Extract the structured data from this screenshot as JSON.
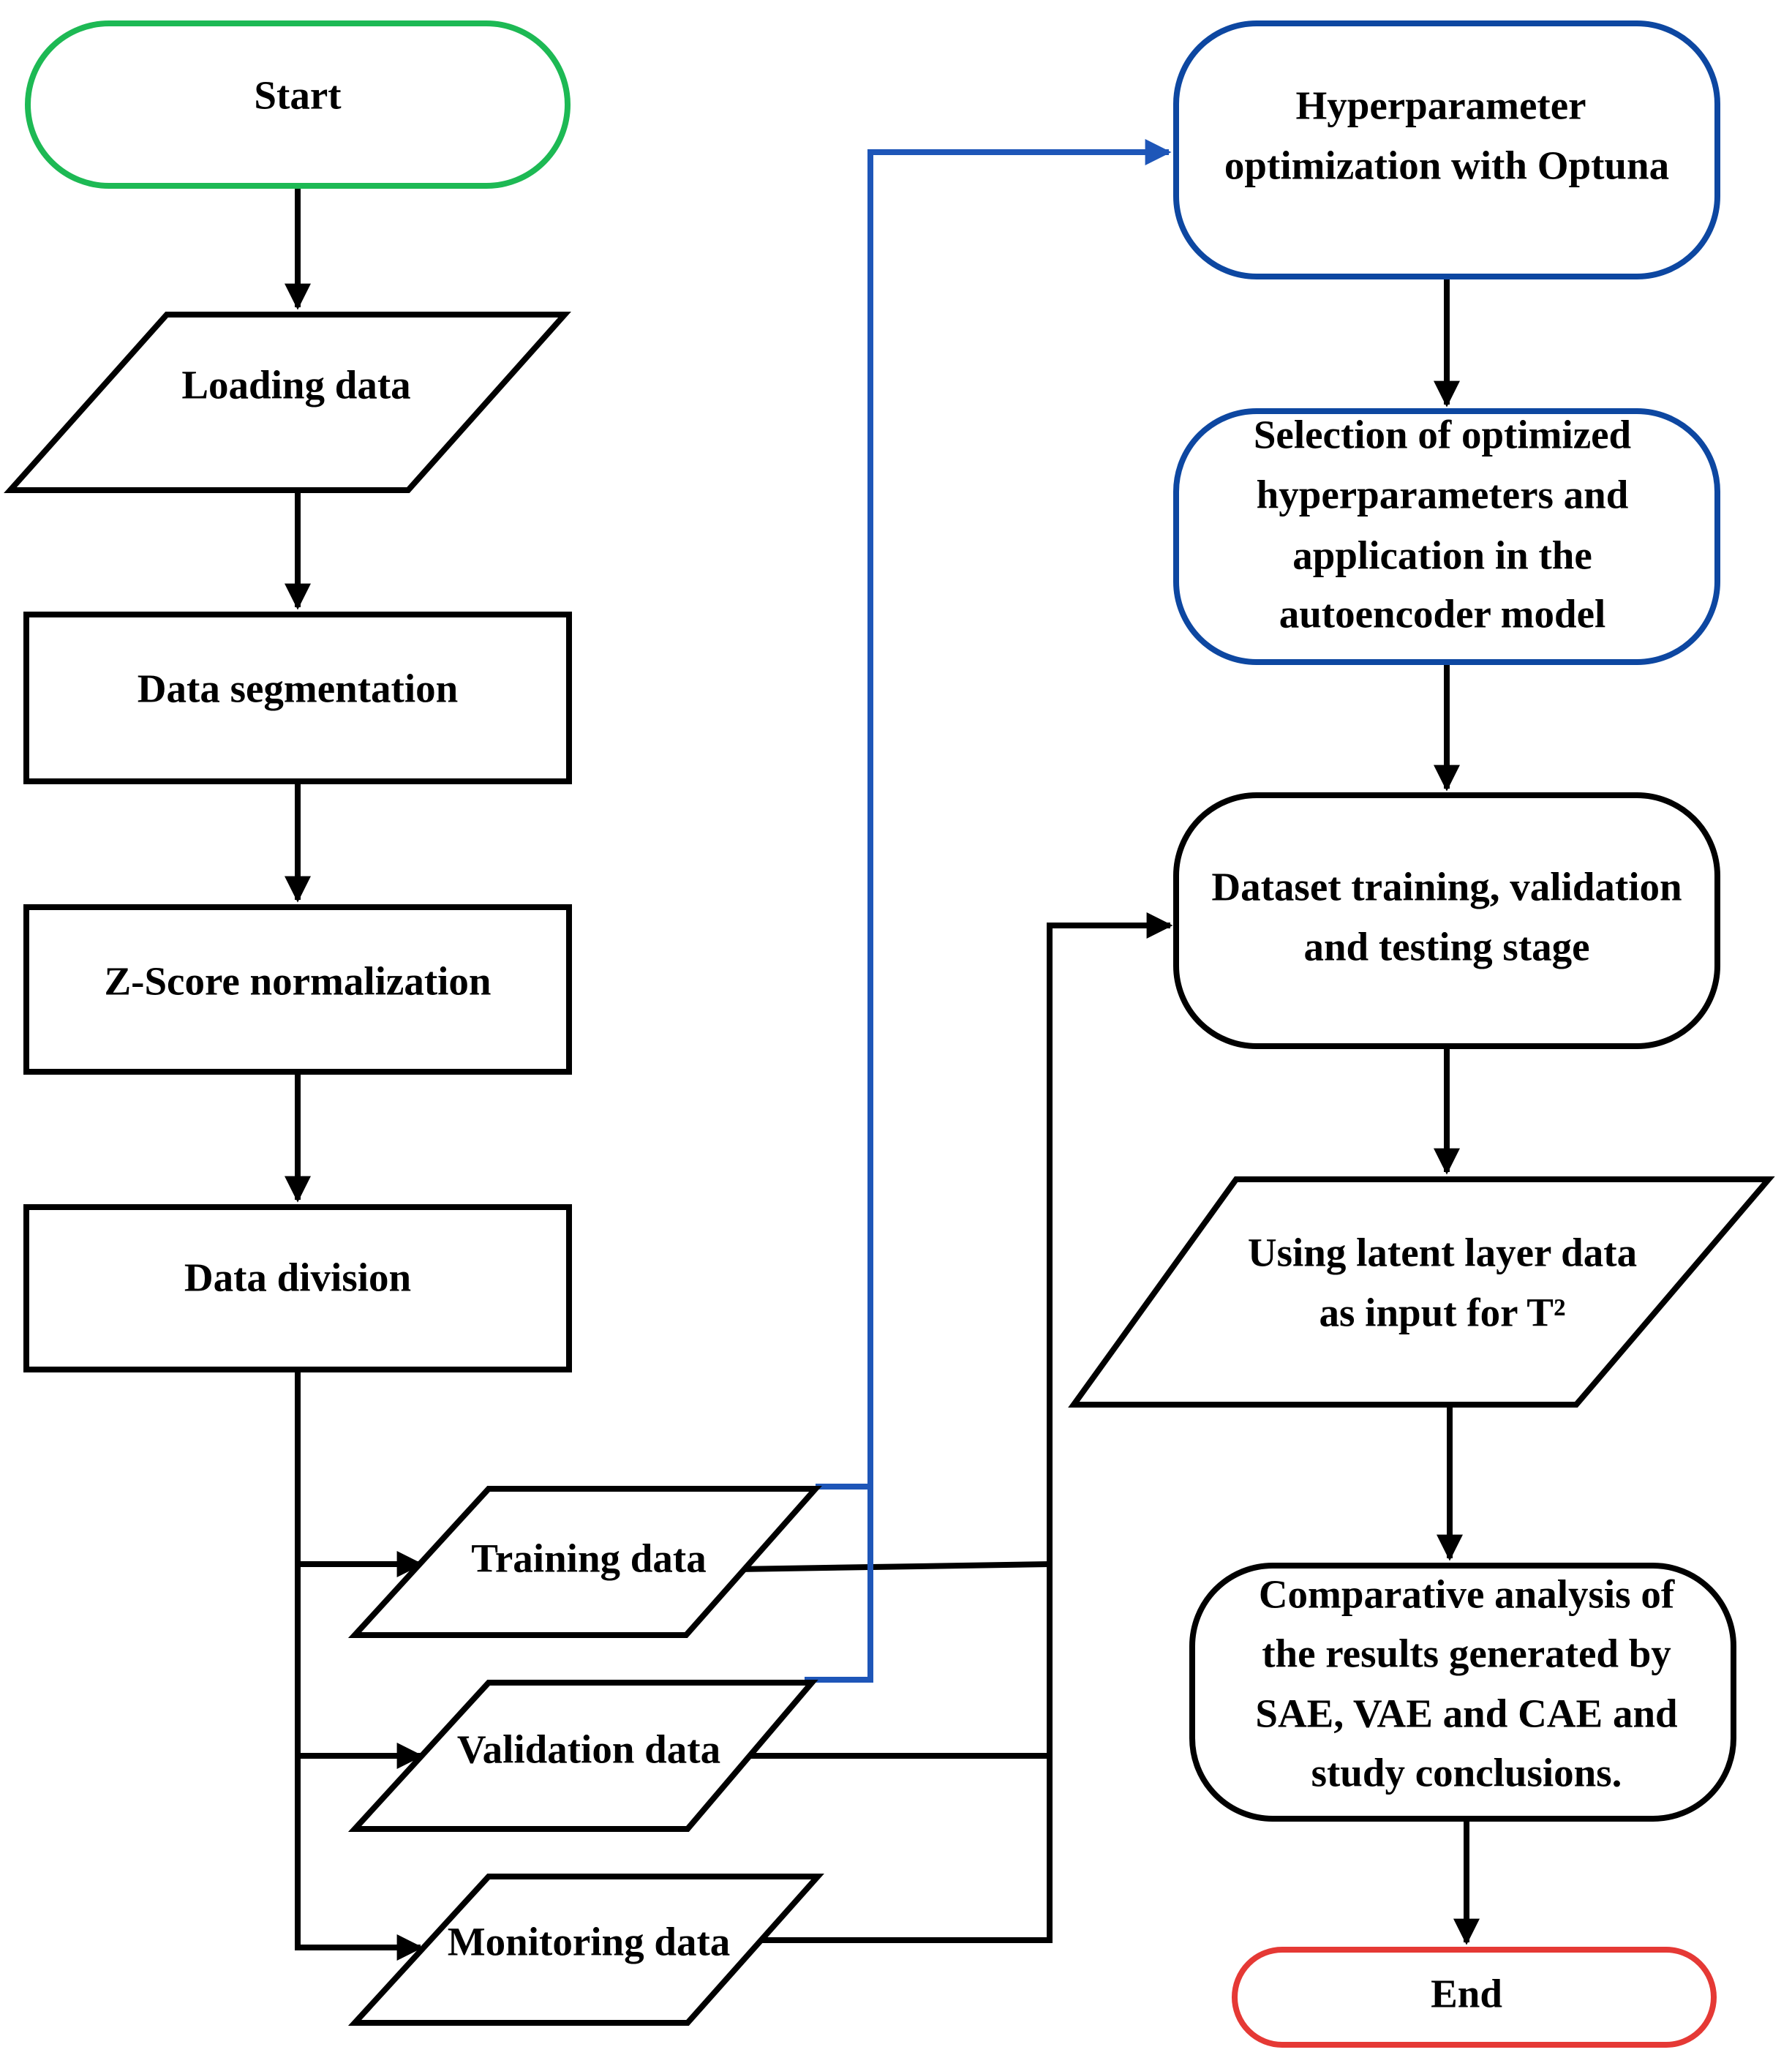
{
  "colors": {
    "start": "#1db954",
    "end": "#e53935",
    "optimization": "#0d47a1",
    "default": "#000000",
    "optuna_path": "#1e56b8"
  },
  "nodes": {
    "start": {
      "label": "Start"
    },
    "loading": {
      "label": "Loading data"
    },
    "segmentation": {
      "label": "Data segmentation"
    },
    "zscore": {
      "label": "Z-Score normalization"
    },
    "division": {
      "label": "Data division"
    },
    "training_data": {
      "label": "Training data"
    },
    "validation_data": {
      "label": "Validation data"
    },
    "monitoring_data": {
      "label": "Monitoring data"
    },
    "hyperopt": {
      "lines": [
        "Hyperparameter",
        "optimization with Optuna"
      ]
    },
    "selection": {
      "lines": [
        "Selection of optimized",
        "hyperparameters and",
        "application in the",
        "autoencoder model"
      ]
    },
    "train_stage": {
      "lines": [
        "Dataset training, validation",
        "and testing stage"
      ]
    },
    "latent": {
      "lines": [
        "Using latent layer data",
        "as input for T²"
      ]
    },
    "comparative": {
      "lines": [
        "Comparative analysis of",
        "the results generated by",
        "SAE, VAE and CAE and",
        "study conclusions."
      ]
    },
    "end": {
      "label": "End"
    }
  }
}
